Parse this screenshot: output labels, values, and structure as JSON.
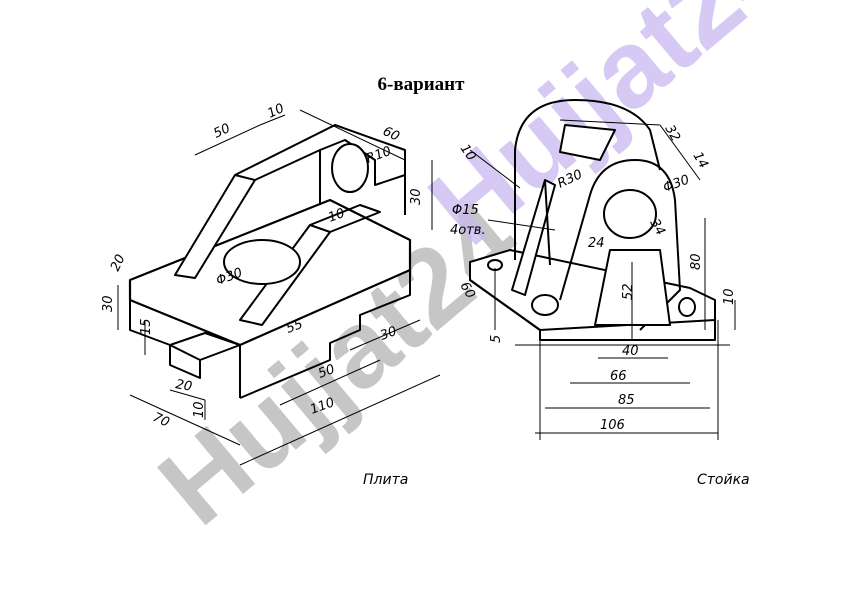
{
  "title": "6-вариант",
  "watermark": {
    "text": "Hujjat24",
    "color_gray": "#bdbdbd",
    "color_violet": "#c9b8ef"
  },
  "captions": {
    "left": "Плита",
    "right": "Стойка"
  },
  "left_part": {
    "dims": [
      "50",
      "10",
      "60",
      "R10",
      "30",
      "10",
      "20",
      "30",
      "15",
      "Φ30",
      "55",
      "30",
      "20",
      "50",
      "10",
      "110",
      "70"
    ]
  },
  "right_part": {
    "dims": [
      "10",
      "32",
      "14",
      "R30",
      "Φ30",
      "Φ15",
      "4отв.",
      "24",
      "34",
      "80",
      "52",
      "60",
      "10",
      "5",
      "40",
      "66",
      "85",
      "106"
    ]
  }
}
